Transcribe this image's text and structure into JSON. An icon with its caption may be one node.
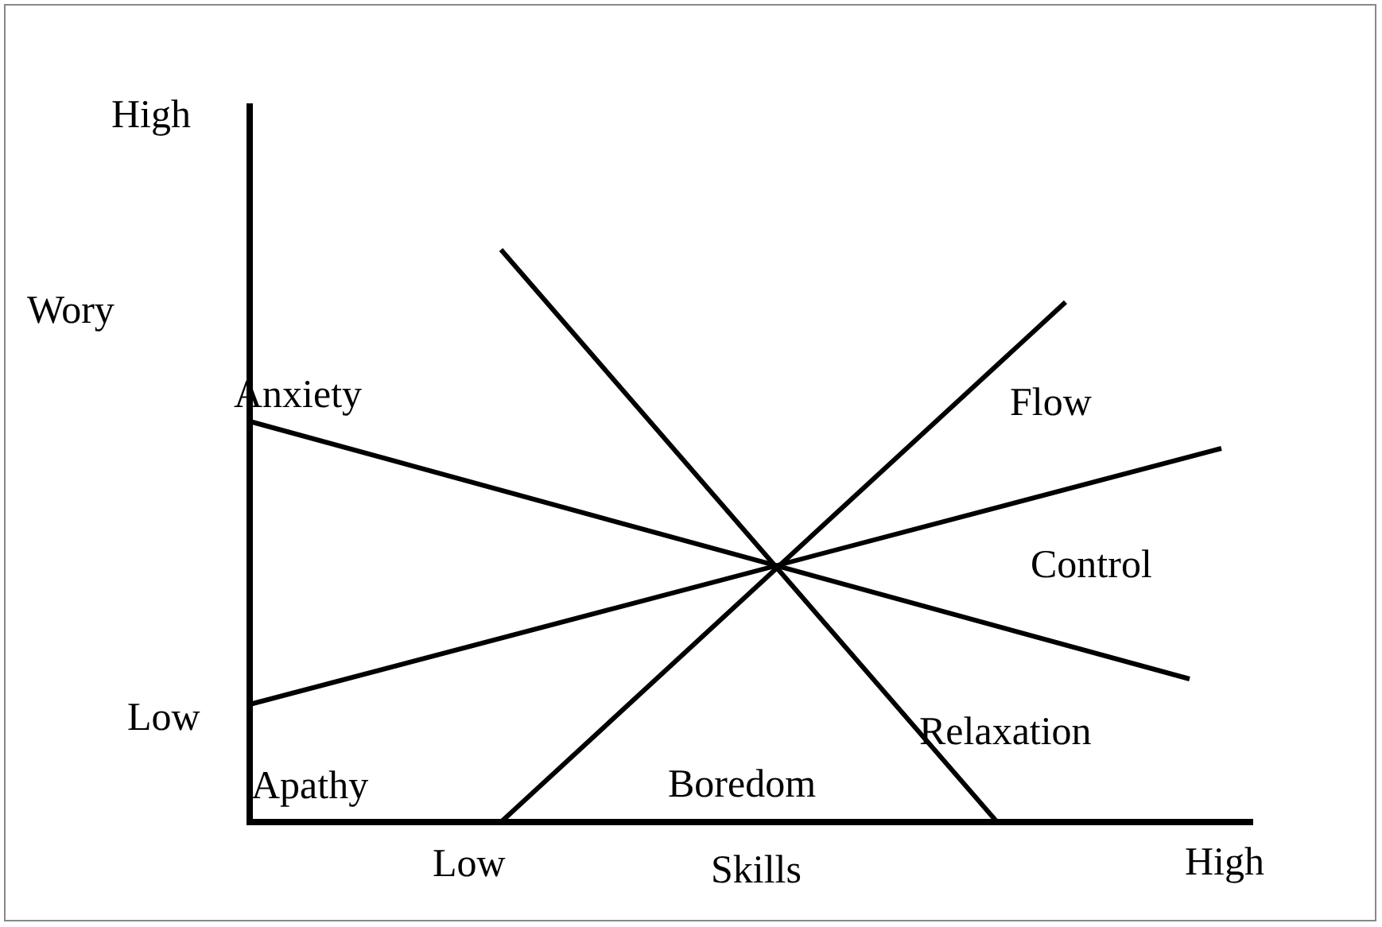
{
  "diagram": {
    "labels": [
      "High",
      "Wory",
      "Anxiety",
      "Flow",
      "Control",
      "Low",
      "Relaxation",
      "Apathy",
      "Boredom",
      "Low",
      "Skills",
      "High"
    ]
  }
}
